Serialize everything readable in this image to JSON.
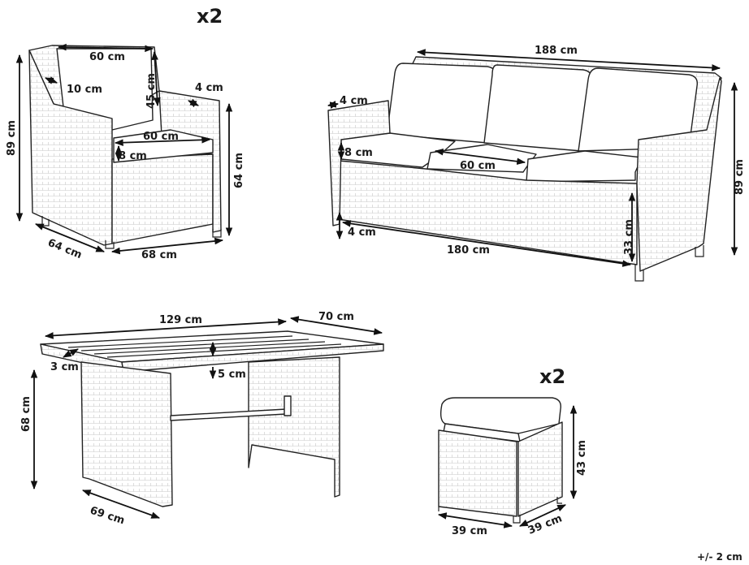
{
  "armchair": {
    "quantity": "x2",
    "width_back": "60 cm",
    "arm_depth": "10 cm",
    "back_height": "45 cm",
    "arm_width": "4 cm",
    "seat_width": "60 cm",
    "seat_cushion": "8 cm",
    "total_height": "89 cm",
    "arm_height": "64 cm",
    "depth": "64 cm",
    "width": "68 cm"
  },
  "sofa": {
    "width": "188 cm",
    "arm_width": "4 cm",
    "seat_cushion": "8 cm",
    "cushion_width": "60 cm",
    "height": "89 cm",
    "leg_height": "4 cm",
    "inner_width": "180 cm",
    "seat_height": "33 cm"
  },
  "table": {
    "length": "129 cm",
    "width": "70 cm",
    "top_thickness": "3 cm",
    "top_inset": "5 cm",
    "height": "68 cm",
    "depth": "69 cm"
  },
  "stool": {
    "quantity": "x2",
    "height": "43 cm",
    "width": "39 cm",
    "depth": "39 cm"
  },
  "tolerance": "+/- 2 cm"
}
